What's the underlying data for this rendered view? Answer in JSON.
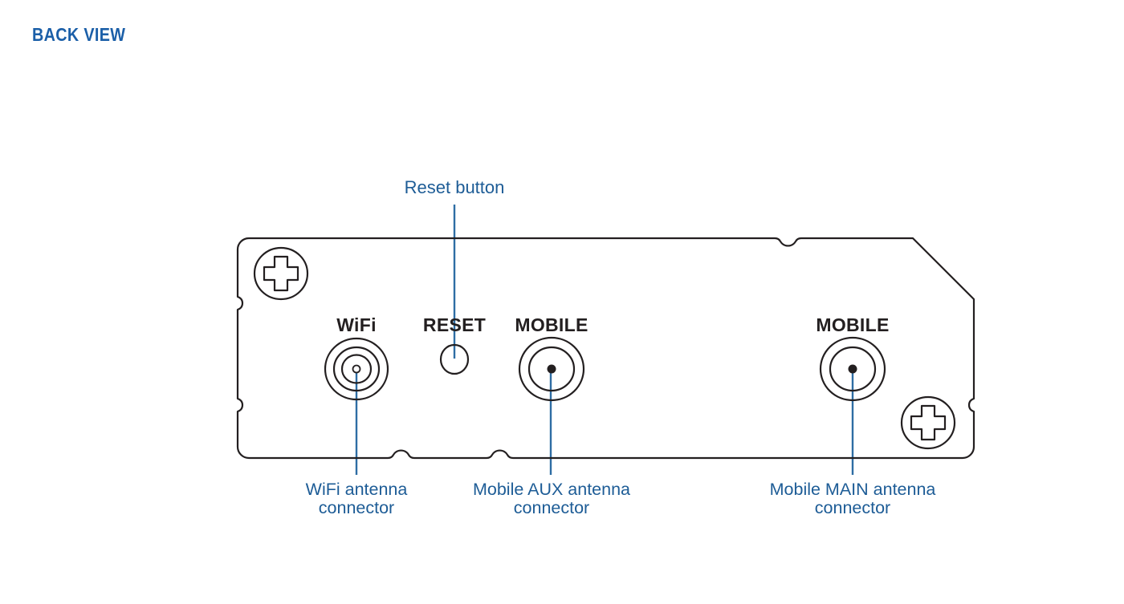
{
  "page": {
    "title": "BACK VIEW",
    "title_color": "#1b5fa8",
    "background": "#ffffff"
  },
  "colors": {
    "callout_text": "#1d5c96",
    "leader_line": "#2e6da4",
    "outline": "#231f20",
    "silkscreen": "#231f20"
  },
  "device": {
    "name": "router-back-panel",
    "silkscreen_labels": [
      {
        "id": "wifi",
        "text": "WiFi"
      },
      {
        "id": "reset",
        "text": "RESET"
      },
      {
        "id": "mobile-aux",
        "text": "MOBILE"
      },
      {
        "id": "mobile-main",
        "text": "MOBILE"
      }
    ]
  },
  "callouts": {
    "reset": {
      "label": "Reset button",
      "position": "above",
      "lines": [
        "Reset button"
      ]
    },
    "wifi_antenna": {
      "label": "WiFi antenna connector",
      "position": "below",
      "lines": [
        "WiFi antenna",
        "connector"
      ]
    },
    "mobile_aux_antenna": {
      "label": "Mobile AUX antenna connector",
      "position": "below",
      "lines": [
        "Mobile AUX antenna",
        "connector"
      ]
    },
    "mobile_main_antenna": {
      "label": "Mobile MAIN antenna connector",
      "position": "below",
      "lines": [
        "Mobile MAIN antenna",
        "connector"
      ]
    }
  },
  "components": {
    "screws": [
      {
        "id": "screw-top-left",
        "icon": "phillips-screw-icon"
      },
      {
        "id": "screw-bottom-right",
        "icon": "phillips-screw-icon"
      }
    ],
    "connectors": [
      {
        "id": "wifi-connector",
        "icon": "sma-connector-icon",
        "type": "rp-sma-hollow"
      },
      {
        "id": "mobile-aux-connector",
        "icon": "sma-connector-icon",
        "type": "sma-pin"
      },
      {
        "id": "mobile-main-connector",
        "icon": "sma-connector-icon",
        "type": "sma-pin"
      }
    ],
    "buttons": [
      {
        "id": "reset-button",
        "icon": "reset-hole-icon"
      }
    ]
  }
}
